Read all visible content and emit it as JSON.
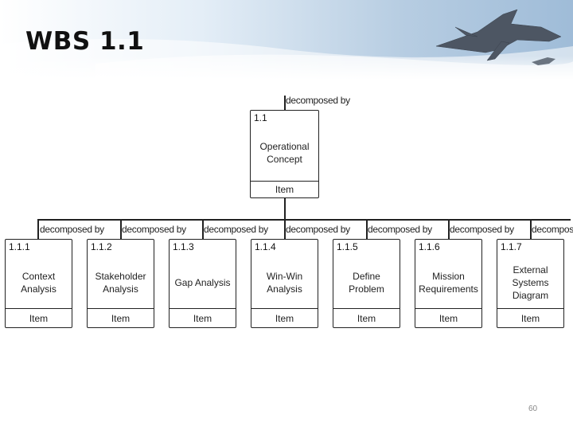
{
  "slide": {
    "title": "WBS 1.1",
    "page_number": "60"
  },
  "diagram": {
    "relation_label": "decomposed by",
    "root": {
      "id": "1.1",
      "name": "Operational Concept",
      "type": "Item"
    },
    "children": [
      {
        "id": "1.1.1",
        "name": "Context Analysis",
        "type": "Item"
      },
      {
        "id": "1.1.2",
        "name": "Stakeholder Analysis",
        "type": "Item"
      },
      {
        "id": "1.1.3",
        "name": "Gap Analysis",
        "type": "Item"
      },
      {
        "id": "1.1.4",
        "name": "Win-Win Analysis",
        "type": "Item"
      },
      {
        "id": "1.1.5",
        "name": "Define Problem",
        "type": "Item"
      },
      {
        "id": "1.1.6",
        "name": "Mission Requirements",
        "type": "Item"
      },
      {
        "id": "1.1.7",
        "name": "External Systems Diagram",
        "type": "Item"
      }
    ]
  }
}
